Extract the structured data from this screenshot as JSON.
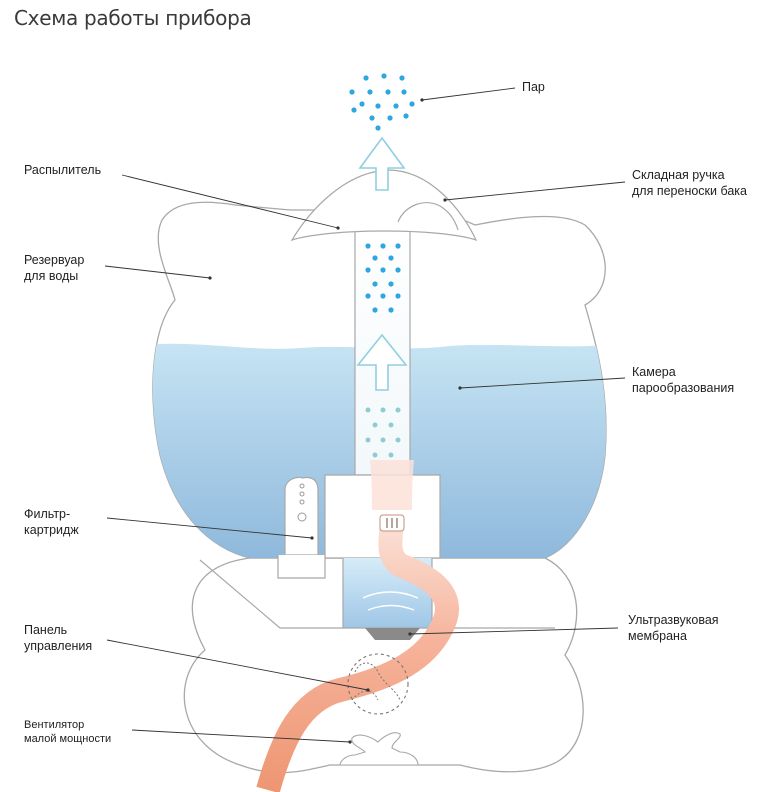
{
  "title": "Схема работы прибора",
  "labels": {
    "steam": "Пар",
    "atomizer": "Распылитель",
    "handle_line1": "Складная ручка",
    "handle_line2": "для переноски бака",
    "reservoir_line1": "Резервуар",
    "reservoir_line2": "для воды",
    "chamber_line1": "Камера",
    "chamber_line2": "парообразования",
    "filter_line1": "Фильтр-",
    "filter_line2": "картридж",
    "panel_line1": "Панель",
    "panel_line2": "управления",
    "membrane_line1": "Ультразвуковая",
    "membrane_line2": "мембрана",
    "fan_line1": "Вентилятор",
    "fan_line2": "малой мощности"
  },
  "colors": {
    "outline": "#9a9a9a",
    "water_top": "#bfe0f1",
    "water_bottom": "#86b3d9",
    "steam_dots": "#2ea6e0",
    "mist_dots": "#8fcbd0",
    "air_flow": "#ef9a78",
    "arrow": "#8fcfe0",
    "membrane": "#8a8a8a"
  }
}
